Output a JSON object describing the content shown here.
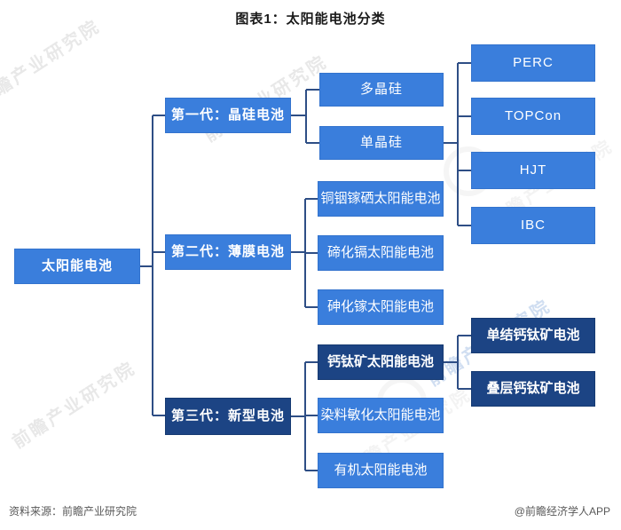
{
  "title": "图表1：太阳能电池分类",
  "colors": {
    "box_blue": "#3a7edc",
    "box_dark": "#1c4484",
    "connector": "#2e4e85",
    "footer_text": "#595959"
  },
  "tree": {
    "root": "太阳能电池",
    "children": [
      {
        "label": "第一代：晶硅电池",
        "children": [
          {
            "label": "多晶硅"
          },
          {
            "label": "单晶硅",
            "children": [
              {
                "label": "PERC"
              },
              {
                "label": "TOPCon"
              },
              {
                "label": "HJT"
              },
              {
                "label": "IBC"
              }
            ]
          }
        ]
      },
      {
        "label": "第二代：薄膜电池",
        "children": [
          {
            "label": "铜铟镓硒太阳能电池"
          },
          {
            "label": "碲化镉太阳能电池"
          },
          {
            "label": "砷化镓太阳能电池"
          }
        ]
      },
      {
        "label": "第三代：新型电池",
        "children": [
          {
            "label": "钙钛矿太阳能电池",
            "children": [
              {
                "label": "单结钙钛矿电池"
              },
              {
                "label": "叠层钙钛矿电池"
              }
            ]
          },
          {
            "label": "染料敏化太阳能电池"
          },
          {
            "label": "有机太阳能电池"
          }
        ]
      }
    ]
  },
  "watermark": {
    "text": "前瞻产业研究院"
  },
  "footer": {
    "source": "资料来源：前瞻产业研究院",
    "credit": "@前瞻经济学人APP"
  }
}
